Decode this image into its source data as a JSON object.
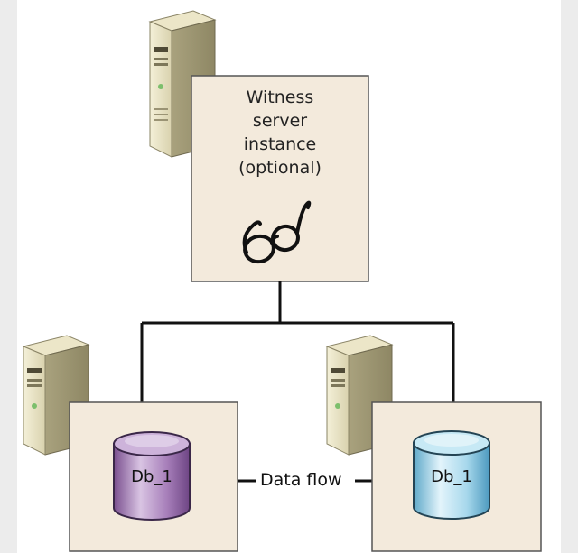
{
  "witness": {
    "lines": [
      "Witness",
      "server",
      "instance",
      "(optional)"
    ],
    "icon": "glasses-icon"
  },
  "principal": {
    "database_label": "Db_1",
    "icon": "database-cylinder-icon",
    "color": "#b48fc4"
  },
  "mirror": {
    "database_label": "Db_1",
    "icon": "database-cylinder-icon",
    "color": "#9ccfe3"
  },
  "connector": {
    "label": "Data flow"
  },
  "colors": {
    "box_fill": "#f3eadc",
    "box_border": "#555555",
    "line": "#111111"
  },
  "server_icons": [
    "server-tower-icon",
    "server-tower-icon",
    "server-tower-icon"
  ]
}
